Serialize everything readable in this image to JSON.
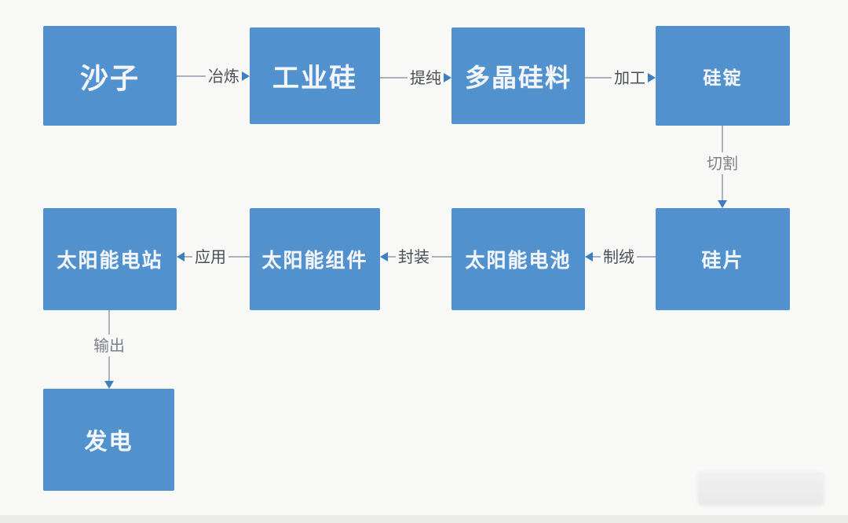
{
  "diagram": {
    "description": "Solar photovoltaic production process flowchart (Chinese)",
    "nodes": [
      {
        "id": "sand",
        "label": "沙子"
      },
      {
        "id": "industrial-silicon",
        "label": "工业硅"
      },
      {
        "id": "polysilicon",
        "label": "多晶硅料"
      },
      {
        "id": "silicon-ingot",
        "label": "硅锭"
      },
      {
        "id": "solar-station",
        "label": "太阳能电站"
      },
      {
        "id": "solar-module",
        "label": "太阳能组件"
      },
      {
        "id": "solar-cell",
        "label": "太阳能电池"
      },
      {
        "id": "silicon-wafer",
        "label": "硅片"
      },
      {
        "id": "power-generation",
        "label": "发电"
      }
    ],
    "edges": [
      {
        "from": "沙子",
        "to": "工业硅",
        "label": "冶炼",
        "direction": "right"
      },
      {
        "from": "工业硅",
        "to": "多晶硅料",
        "label": "提纯",
        "direction": "right"
      },
      {
        "from": "多晶硅料",
        "to": "硅锭",
        "label": "加工",
        "direction": "right"
      },
      {
        "from": "硅锭",
        "to": "硅片",
        "label": "切割",
        "direction": "down"
      },
      {
        "from": "硅片",
        "to": "太阳能电池",
        "label": "制绒",
        "direction": "left"
      },
      {
        "from": "太阳能电池",
        "to": "太阳能组件",
        "label": "封装",
        "direction": "left"
      },
      {
        "from": "太阳能组件",
        "to": "太阳能电站",
        "label": "应用",
        "direction": "left"
      },
      {
        "from": "太阳能电站",
        "to": "发电",
        "label": "输出",
        "direction": "down"
      }
    ],
    "colors": {
      "box_fill": "#5191ce",
      "box_text": "#f2f6fb",
      "line": "#a9b2bd",
      "arrowhead": "#3f7ec0",
      "edge_label_horizontal": "#4a4f56",
      "edge_label_vertical": "#7d838b",
      "background": "#f8f8f6"
    }
  }
}
